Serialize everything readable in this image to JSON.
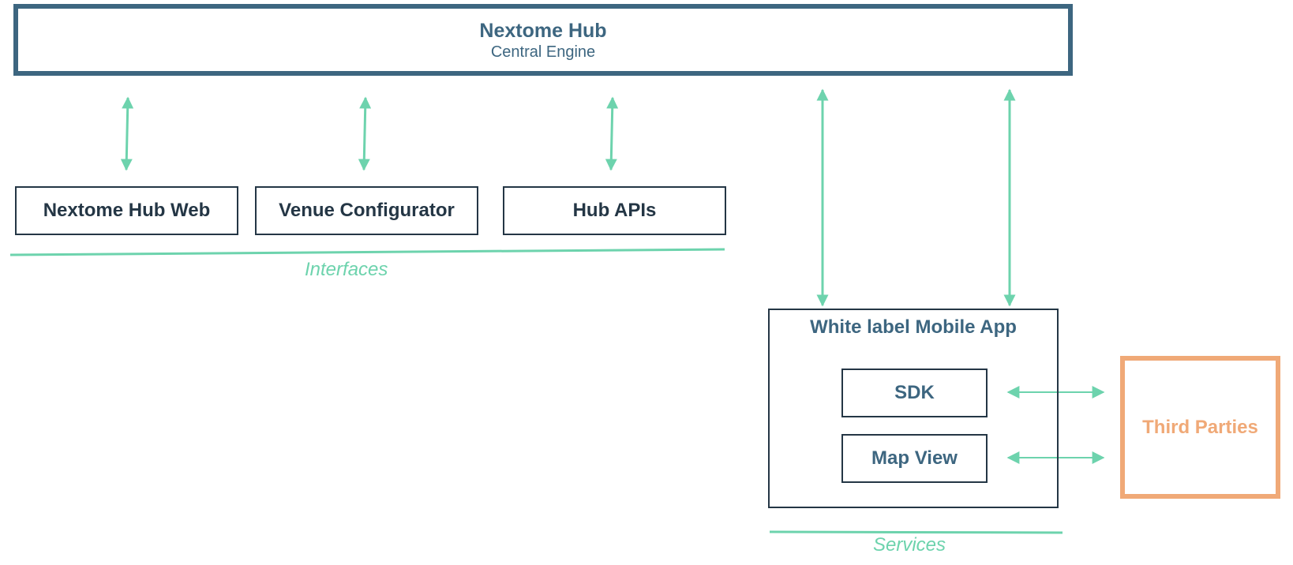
{
  "hub": {
    "title": "Nextome Hub",
    "subtitle": "Central Engine"
  },
  "interfaces": {
    "items": [
      {
        "label": "Nextome Hub Web"
      },
      {
        "label": "Venue Configurator"
      },
      {
        "label": "Hub APIs"
      }
    ],
    "caption": "Interfaces"
  },
  "services": {
    "app_title": "White label Mobile App",
    "sdk_label": "SDK",
    "map_view_label": "Map View",
    "caption": "Services"
  },
  "third_parties": {
    "label": "Third Parties"
  },
  "colors": {
    "hub_border": "#3d6680",
    "box_border": "#243645",
    "connector": "#6dd3ad",
    "third_party": "#f0a977"
  }
}
